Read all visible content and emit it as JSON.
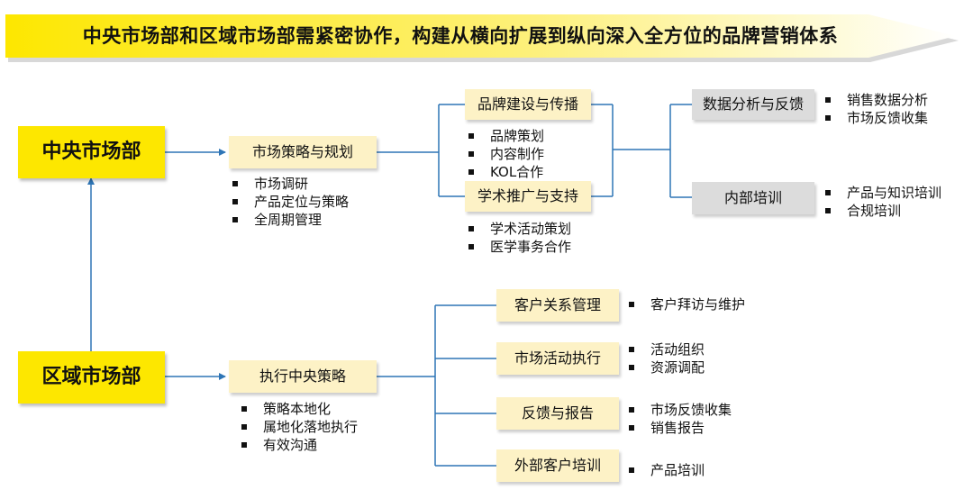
{
  "banner": {
    "text": "中央市场部和区域市场部需紧密协作，构建从横向扩展到纵向深入全方位的品牌营销体系",
    "color": "#fde700"
  },
  "central": {
    "label": "中央市场部",
    "strategy": {
      "label": "市场策略与规划",
      "bullets": [
        "市场调研",
        "产品定位与策略",
        "全周期管理"
      ]
    },
    "brand": {
      "label": "品牌建设与传播",
      "bullets": [
        "品牌策划",
        "内容制作",
        "KOL合作"
      ]
    },
    "academic": {
      "label": "学术推广与支持",
      "bullets": [
        "学术活动策划",
        "医学事务合作"
      ]
    },
    "data": {
      "label": "数据分析与反馈",
      "bullets": [
        "销售数据分析",
        "市场反馈收集"
      ]
    },
    "training": {
      "label": "内部培训",
      "bullets": [
        "产品与知识培训",
        "合规培训"
      ]
    }
  },
  "regional": {
    "label": "区域市场部",
    "execute": {
      "label": "执行中央策略",
      "bullets": [
        "策略本地化",
        "属地化落地执行",
        "有效沟通"
      ]
    },
    "crm": {
      "label": "客户关系管理",
      "bullets": [
        "客户拜访与维护"
      ]
    },
    "activity": {
      "label": "市场活动执行",
      "bullets": [
        "活动组织",
        "资源调配"
      ]
    },
    "report": {
      "label": "反馈与报告",
      "bullets": [
        "市场反馈收集",
        "销售报告"
      ]
    },
    "external": {
      "label": "外部客户培训",
      "bullets": [
        "产品培训"
      ]
    }
  },
  "colors": {
    "dept_fill": "#fde700",
    "box_cream": "#fdf2c6",
    "box_gray": "#dcdcdc",
    "line": "#2e75b6"
  }
}
